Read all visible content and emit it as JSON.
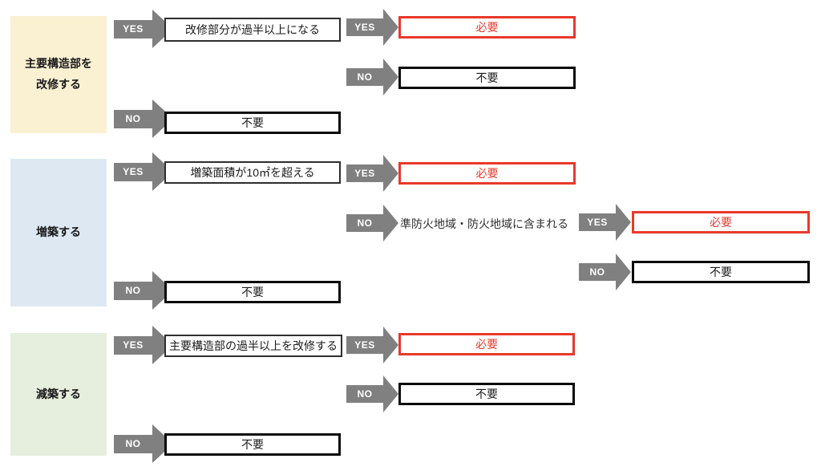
{
  "labels": {
    "yes": "YES",
    "no": "NO"
  },
  "colors": {
    "arrow_gray": "#808080",
    "required_red": "#e8392b",
    "category_yellow": "#faf1d3",
    "category_blue": "#dde8f3",
    "category_green": "#e6eedd"
  },
  "rows": [
    {
      "category_lines": [
        "主要構造部を",
        "改修する"
      ],
      "condition": "改修部分が過半以上になる",
      "result_yes": "必要",
      "result_no": "不要",
      "root_no": "不要"
    },
    {
      "category_lines": [
        "増築する"
      ],
      "condition": "増築面積が10㎡を超える",
      "result_yes": "必要",
      "sub_condition": "準防火地域・防火地域に含まれる",
      "sub_result_yes": "必要",
      "sub_result_no": "不要",
      "root_no": "不要"
    },
    {
      "category_lines": [
        "減築する"
      ],
      "condition": "主要構造部の過半以上を改修する",
      "result_yes": "必要",
      "result_no": "不要",
      "root_no": "不要"
    }
  ]
}
